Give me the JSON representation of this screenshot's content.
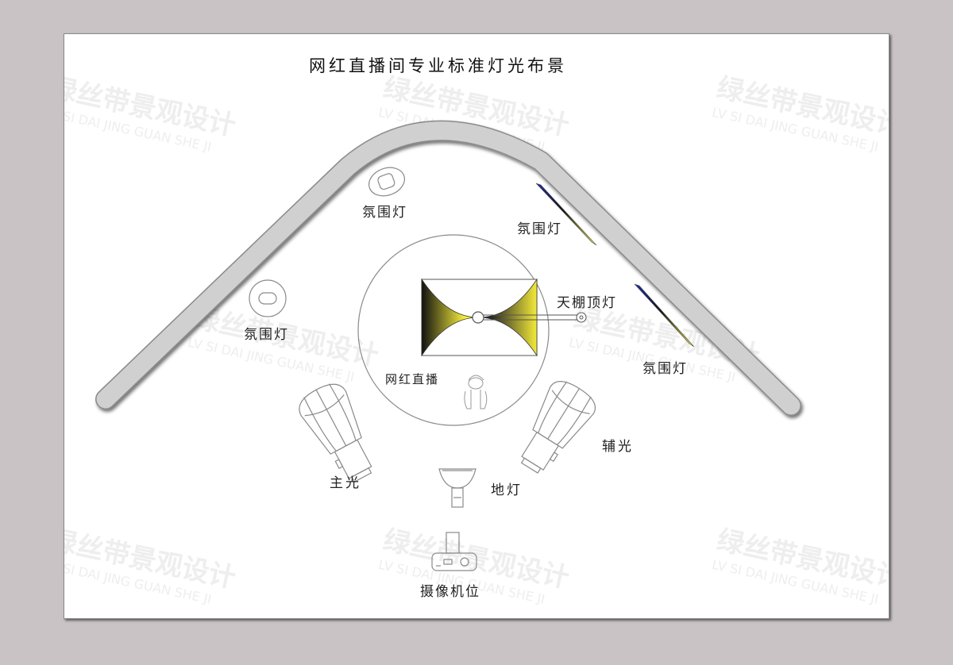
{
  "title": "网红直播间专业标准灯光布景",
  "watermark": {
    "cn": "绿丝带景观设计",
    "en": "LV SI DAI JING GUAN SHE JI"
  },
  "labels": {
    "ambient_light_top": "氛围灯",
    "ambient_light_left": "氛围灯",
    "ambient_light_right_upper": "氛围灯",
    "ambient_light_right_lower": "氛围灯",
    "ceiling_light": "天棚顶灯",
    "live_stage": "网红直播",
    "key_light": "主光",
    "fill_light": "辅光",
    "floor_light": "地灯",
    "camera_position": "摄像机位"
  },
  "colors": {
    "background": "#c9c3c6",
    "sheet": "#ffffff",
    "wall": "#d0d0d0",
    "line": "#8a8a8a",
    "light_yellow": "#f3ea3a",
    "light_blue": "#1c2aa8",
    "text": "#222222"
  },
  "icons": [
    "wall-icon",
    "ambient-light-icon",
    "strip-light-icon",
    "ceiling-light-icon",
    "person-icon",
    "spotlight-icon",
    "floor-lamp-icon",
    "camera-icon"
  ]
}
